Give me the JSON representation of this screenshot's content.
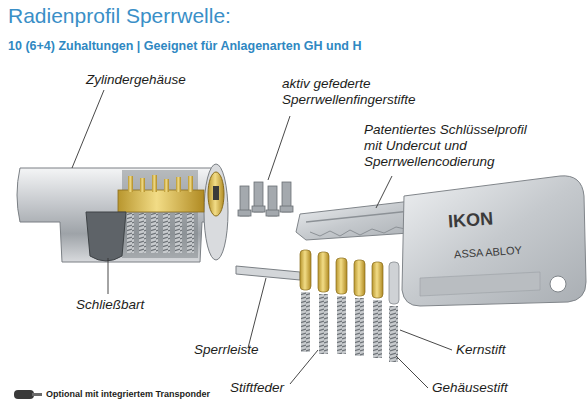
{
  "diagram": {
    "title": "Radienprofil Sperrwelle:",
    "caption": "Optional mit integriertem Transponder",
    "labels": [
      "10 (6+4) Zuhaltungen | Geeignet für Anlagenarten GH und H",
      "Zylindergehäuse",
      "aktiv gefederte Sperrwellenfingerstifte",
      "Patentiertes Schlüsselprofil mit Undercut und Sperrwellencodierung",
      "Schließbart",
      "Sperrleiste",
      "Kernstift",
      "Stiftfeder",
      "Gehäusestift",
      "IKON",
      "ASSA ABLOY"
    ]
  }
}
